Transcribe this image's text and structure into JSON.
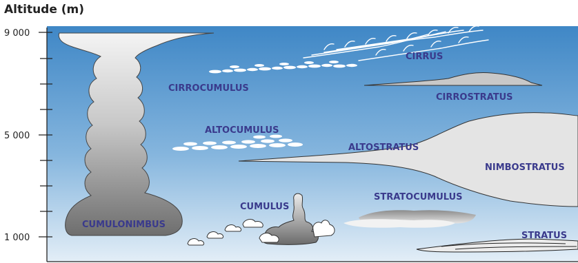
{
  "title": "Altitude (m)",
  "axis": {
    "ticks": [
      "9 000",
      "5 000",
      "1 000"
    ]
  },
  "clouds": {
    "cirrus": "CIRRUS",
    "cirrocumulus": "CIRROCUMULUS",
    "cirrostratus": "CIRROSTRATUS",
    "altocumulus": "ALTOCUMULUS",
    "altostratus": "ALTOSTRATUS",
    "nimbostratus": "NIMBOSTRATUS",
    "stratocumulus": "STRATOCUMULUS",
    "cumulus": "CUMULUS",
    "cumulonimbus": "CUMULONIMBUS",
    "stratus": "STRATUS"
  },
  "colors": {
    "sky_top": "#3f87c6",
    "sky_bottom": "#d8e8f4",
    "label": "#3a3a8c"
  }
}
